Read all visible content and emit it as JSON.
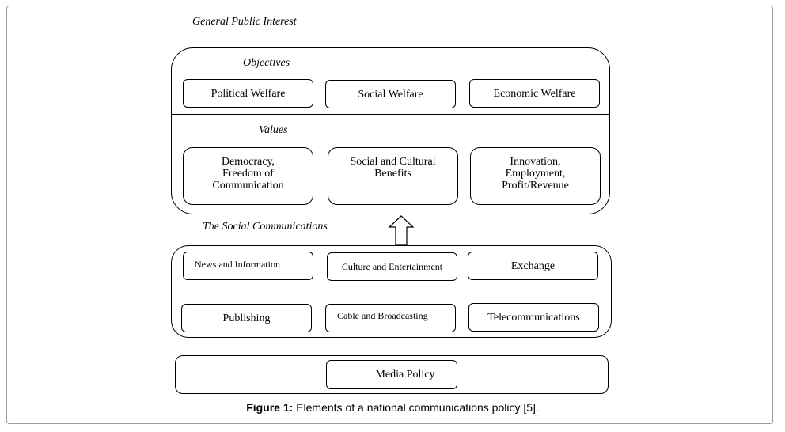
{
  "diagram": {
    "top_label": "General Public Interest",
    "objectives": {
      "label": "Objectives",
      "items": [
        "Political Welfare",
        "Social Welfare",
        "Economic Welfare"
      ]
    },
    "values": {
      "label": "Values",
      "items": [
        "Democracy,\nFreedom of\nCommunication",
        "Social and Cultural\nBenefits",
        "Innovation,\nEmployment,\nProfit/Revenue"
      ]
    },
    "social_communications": {
      "label": "The Social Communications",
      "row1": [
        "News and Information",
        "Culture and Entertainment",
        "Exchange"
      ],
      "row2": [
        "Publishing",
        "Cable and Broadcasting",
        "Telecommunications"
      ]
    },
    "media_policy": {
      "label": "Media Policy"
    },
    "arrow_icon": "up-arrow-icon"
  },
  "caption": {
    "prefix": "Figure 1:",
    "text": " Elements of a national communications policy [5]."
  }
}
